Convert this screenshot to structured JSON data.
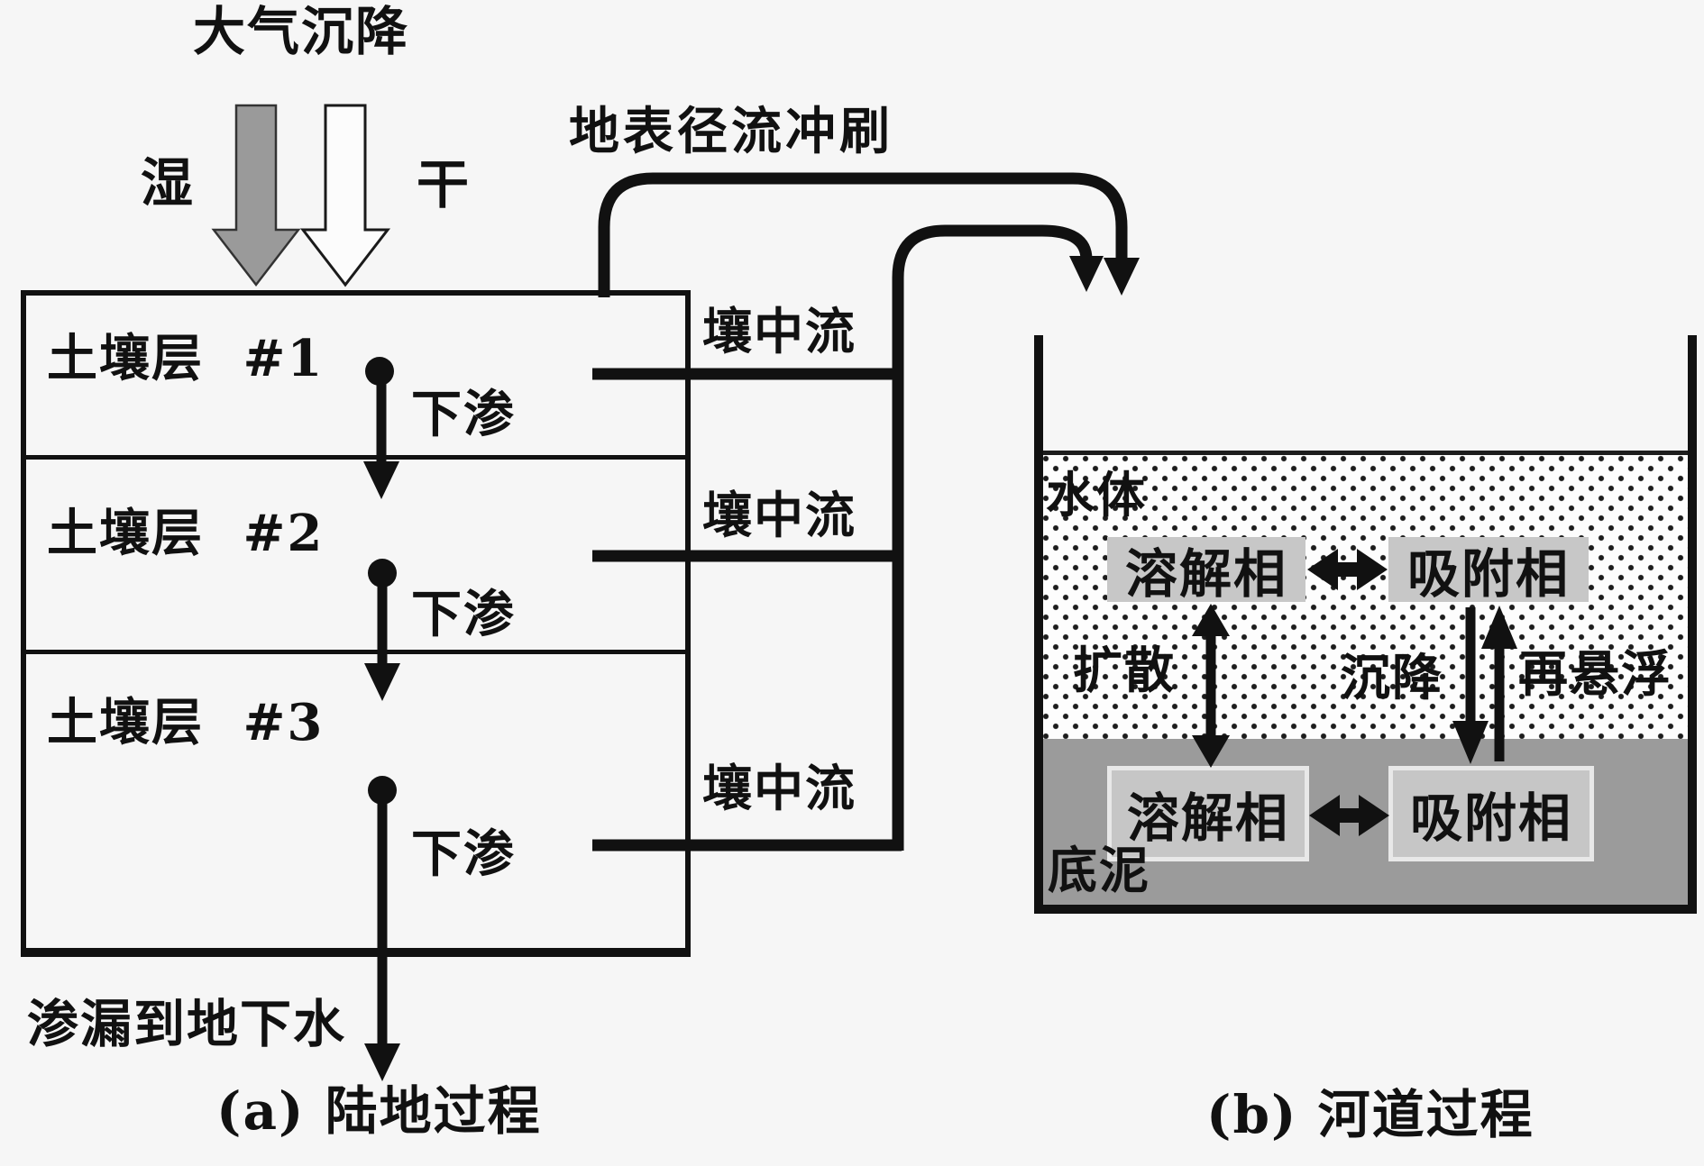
{
  "panel_a": {
    "title": "大气沉降",
    "wet": "湿",
    "dry": "干",
    "surface_runoff": "地表径流冲刷",
    "layers": [
      {
        "name": "土壤层 #1",
        "interflow": "壤中流",
        "infiltration": "下渗"
      },
      {
        "name": "土壤层 #2",
        "interflow": "壤中流",
        "infiltration": "下渗"
      },
      {
        "name": "土壤层 #3",
        "interflow": "壤中流",
        "infiltration": "下渗"
      }
    ],
    "groundwater": "渗漏到地下水",
    "caption": "(a) 陆地过程"
  },
  "panel_b": {
    "water": "水体",
    "sediment": "底泥",
    "water_row": {
      "dissolved": "溶解相",
      "adsorbed": "吸附相"
    },
    "sediment_row": {
      "dissolved": "溶解相",
      "adsorbed": "吸附相"
    },
    "diffusion": "扩散",
    "settling": "沉降",
    "resuspension": "再悬浮",
    "caption": "(b) 河道过程"
  },
  "colors": {
    "background": "#f6f6f6",
    "ink": "#111111",
    "wet_arrow_fill": "#9a9a9a",
    "dry_arrow_fill": "#fcfcfc",
    "sediment_fill": "#9b9b9b",
    "phase_box_water": "#c7c7c7",
    "phase_box_sediment": "#c6c6c6",
    "phase_box_border": "#e8e8e8"
  }
}
